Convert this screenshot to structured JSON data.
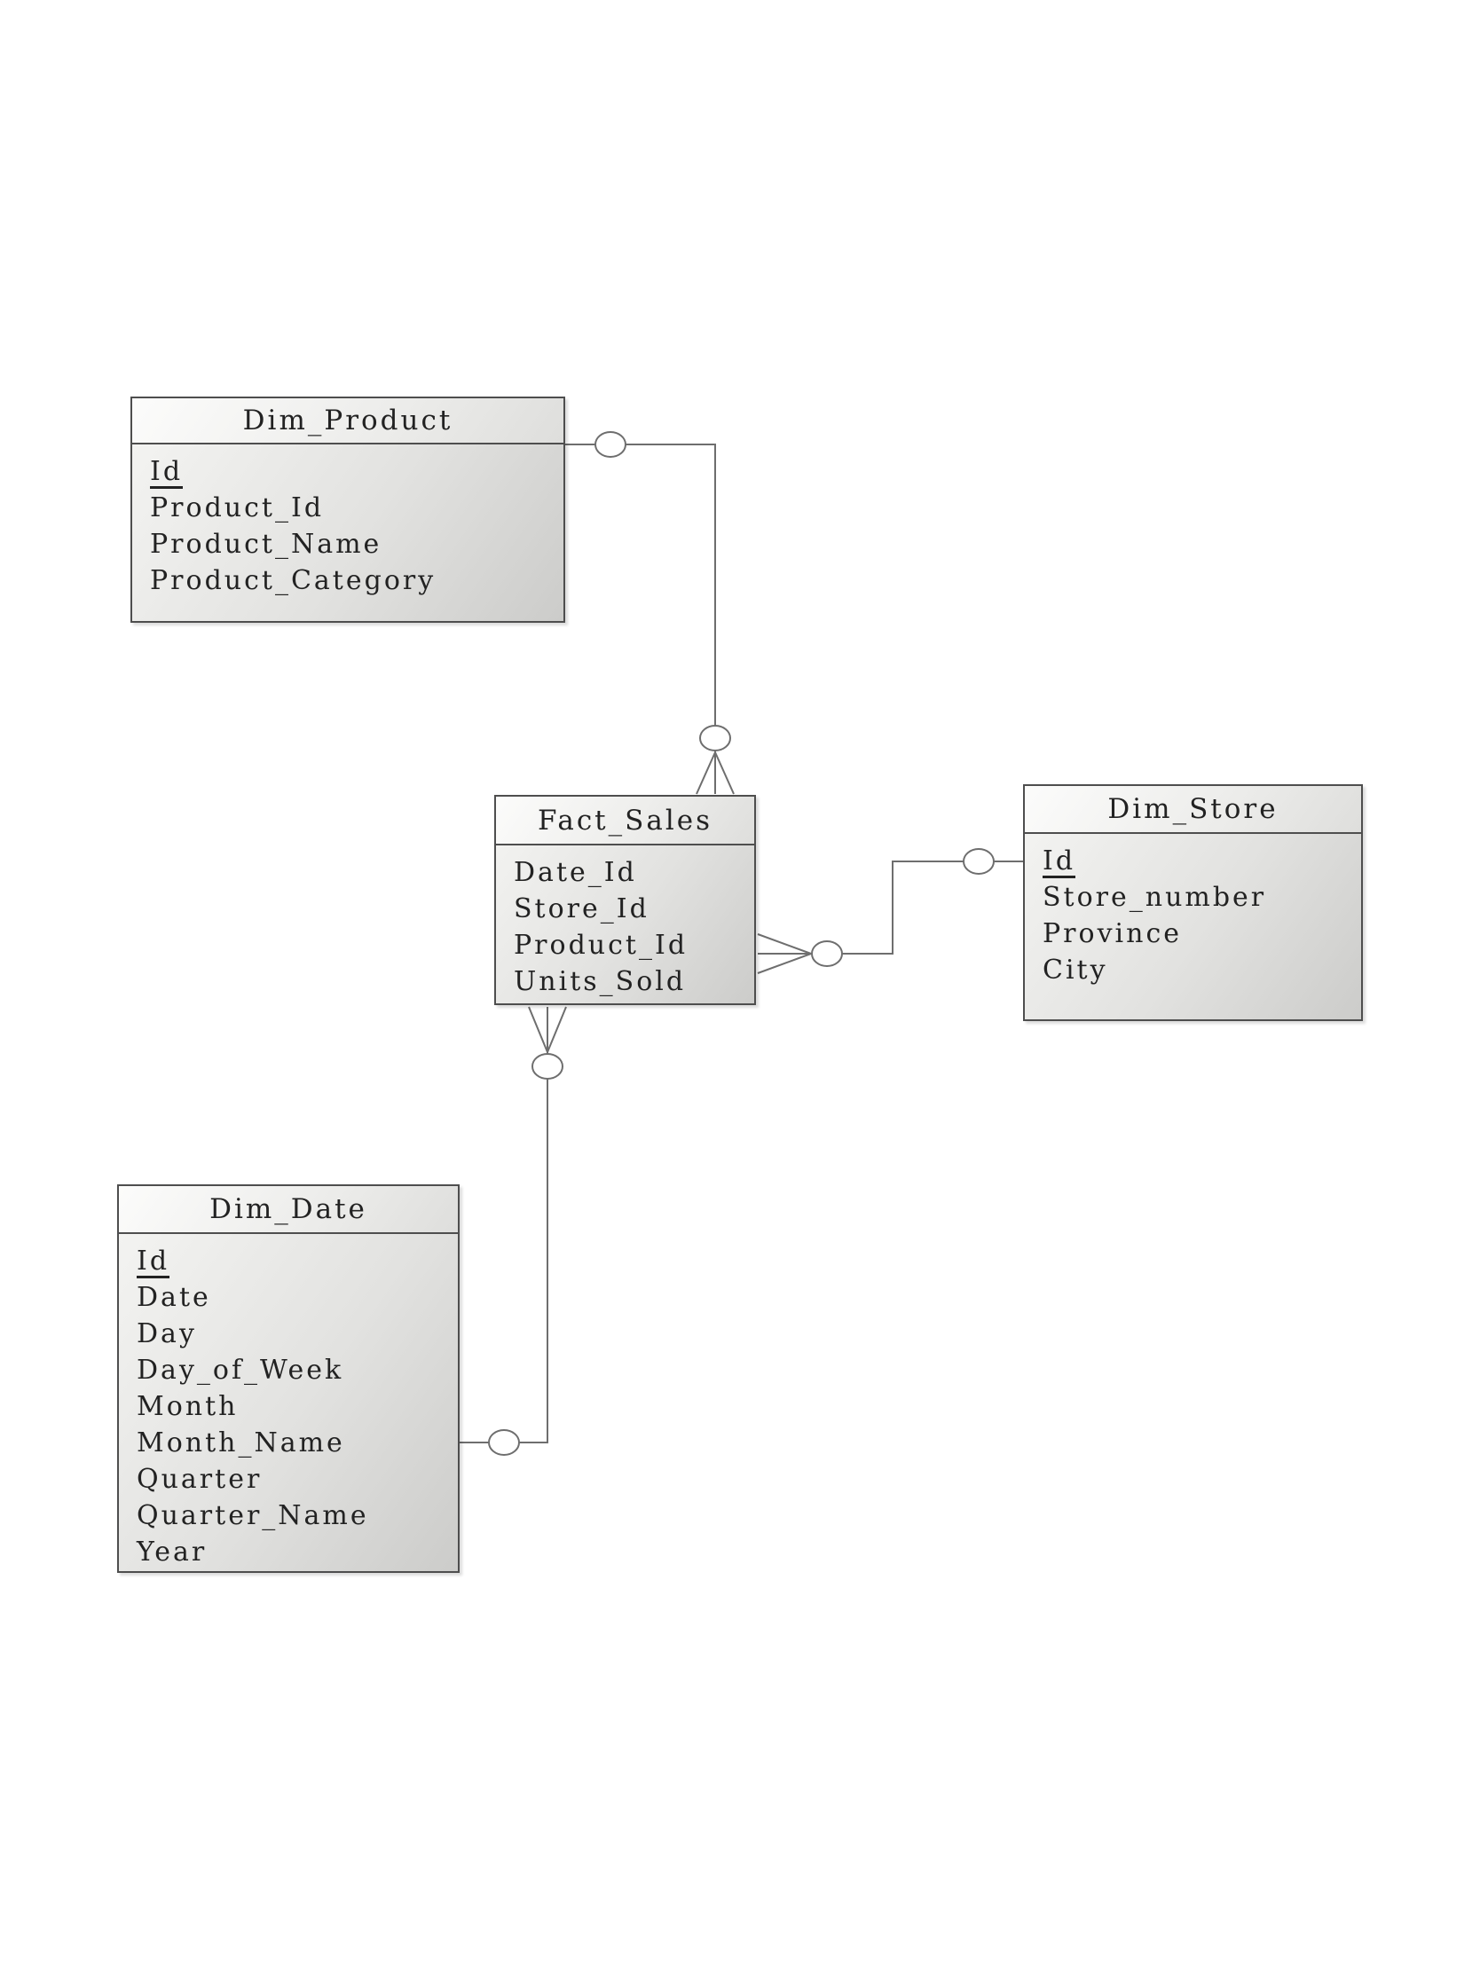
{
  "entities": [
    {
      "name": "Dim_Product",
      "fields": [
        {
          "label": "Id",
          "primary_key": true
        },
        {
          "label": "Product_Id",
          "primary_key": false
        },
        {
          "label": "Product_Name",
          "primary_key": false
        },
        {
          "label": "Product_Category",
          "primary_key": false
        }
      ]
    },
    {
      "name": "Fact_Sales",
      "fields": [
        {
          "label": "Date_Id",
          "primary_key": false
        },
        {
          "label": "Store_Id",
          "primary_key": false
        },
        {
          "label": "Product_Id",
          "primary_key": false
        },
        {
          "label": "Units_Sold",
          "primary_key": false
        }
      ]
    },
    {
      "name": "Dim_Store",
      "fields": [
        {
          "label": "Id",
          "primary_key": true
        },
        {
          "label": "Store_number",
          "primary_key": false
        },
        {
          "label": "Province",
          "primary_key": false
        },
        {
          "label": "City",
          "primary_key": false
        }
      ]
    },
    {
      "name": "Dim_Date",
      "fields": [
        {
          "label": "Id",
          "primary_key": true
        },
        {
          "label": "Date",
          "primary_key": false
        },
        {
          "label": "Day",
          "primary_key": false
        },
        {
          "label": "Day_of_Week",
          "primary_key": false
        },
        {
          "label": "Month",
          "primary_key": false
        },
        {
          "label": "Month_Name",
          "primary_key": false
        },
        {
          "label": "Quarter",
          "primary_key": false
        },
        {
          "label": "Quarter_Name",
          "primary_key": false
        },
        {
          "label": "Year",
          "primary_key": false
        }
      ]
    }
  ],
  "relationships": [
    {
      "from": "Dim_Product",
      "to": "Fact_Sales",
      "from_cardinality": "zero-or-one",
      "to_cardinality": "zero-or-many"
    },
    {
      "from": "Dim_Store",
      "to": "Fact_Sales",
      "from_cardinality": "zero-or-one",
      "to_cardinality": "zero-or-many"
    },
    {
      "from": "Dim_Date",
      "to": "Fact_Sales",
      "from_cardinality": "zero-or-one",
      "to_cardinality": "zero-or-many"
    }
  ],
  "colors": {
    "entity_border": "#4e4e4e",
    "connector_line": "#6e6e6e",
    "entity_fill_light": "#f5f5f3",
    "entity_fill_dark": "#ccccca",
    "text": "#222222",
    "background": "#ffffff"
  }
}
